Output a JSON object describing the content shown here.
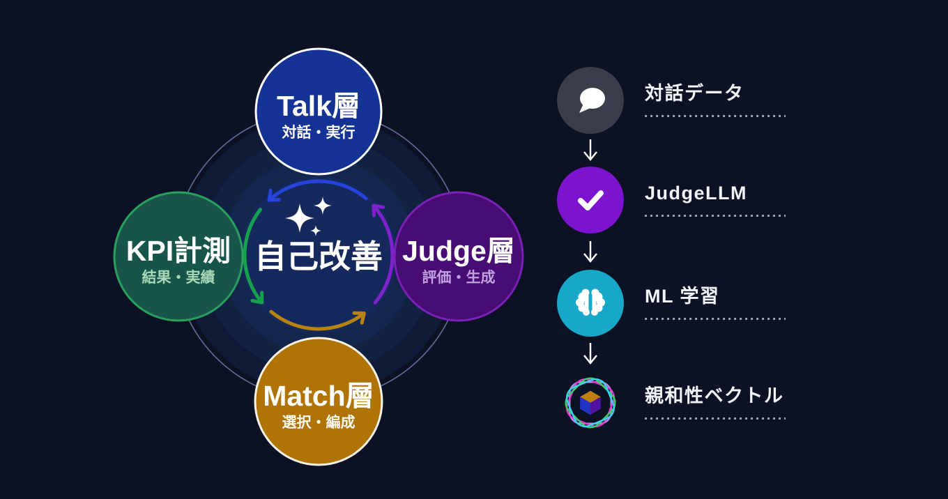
{
  "background_color": "#0d1124",
  "cycle": {
    "center_label": "自己改善",
    "center_icon": "sparkles",
    "flow_direction": "counterclockwise",
    "ring_color": "#5f6f9b",
    "nodes": [
      {
        "id": "talk",
        "title": "Talk層",
        "subtitle": "対話・実行",
        "fill": "#153394",
        "border": "#ffffff",
        "subtitle_color": "#ffffff",
        "arc_color": "#2644dc",
        "position": "top"
      },
      {
        "id": "kpi",
        "title": "KPI計測",
        "subtitle": "結果・実績",
        "fill": "#175449",
        "border": "#2aa05e",
        "subtitle_color": "#a9d8b8",
        "arc_color": "#17a14e",
        "position": "left"
      },
      {
        "id": "judge",
        "title": "Judge層",
        "subtitle": "評価・生成",
        "fill": "#470d75",
        "border": "#7a22b8",
        "subtitle_color": "#c2a2de",
        "arc_color": "#7d22cc",
        "position": "right"
      },
      {
        "id": "match",
        "title": "Match層",
        "subtitle": "選択・編成",
        "fill": "#b07306",
        "border": "#f7f3e8",
        "subtitle_color": "#fdfaf2",
        "arc_color": "#b8830f",
        "position": "bottom"
      }
    ]
  },
  "pipeline": {
    "connector": "down-arrow",
    "steps": [
      {
        "label": "対話データ",
        "icon": "speech-bubble",
        "icon_bg": "#3a3e4b"
      },
      {
        "label": "JudgeLLM",
        "icon": "checkmark",
        "icon_bg": "#7c13cf"
      },
      {
        "label": "ML 学習",
        "icon": "brain",
        "icon_bg": "#17a7c8"
      },
      {
        "label": "親和性ベクトル",
        "icon": "affinity-cube",
        "icon_bg": "transparent",
        "cube_colors": {
          "top": "#bf7e10",
          "left": "#2433c4",
          "right": "#5212a0"
        },
        "petal_colors": [
          "#b48cf0",
          "#e23ccc",
          "#35d468",
          "#38d4ec"
        ]
      }
    ]
  }
}
